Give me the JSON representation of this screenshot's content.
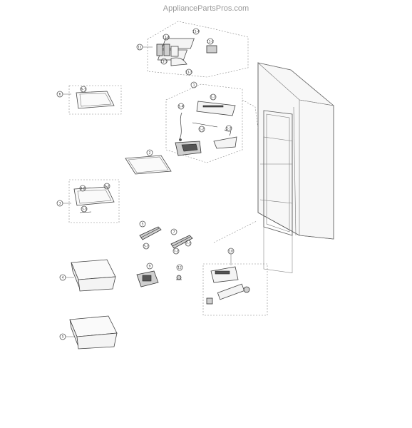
{
  "watermark": "AppliancePartsPros.com",
  "callouts": {
    "c11": "11",
    "c11_4": "11-4",
    "c11_2": "11-2",
    "c11_3": "11-3",
    "c11_5": "11-5",
    "c11_6": "11-6",
    "c6": "6",
    "c6_1": "6-1",
    "c1": "1",
    "c1_1": "1-1",
    "c1_2": "1-2",
    "c1_3": "1-3",
    "c1_4": "1-4",
    "c2": "2",
    "c3": "3",
    "c3_1": "3-1",
    "c3_2": "3-2",
    "c3_3": "3-3",
    "c5a": "5",
    "c5_1": "5-1",
    "c7": "7",
    "c7_1": "7-1",
    "c7_2": "7-2",
    "c4": "4",
    "c9": "9",
    "c12": "12",
    "c10": "10",
    "c5b": "5"
  },
  "colors": {
    "line": "#555555",
    "label": "#333333",
    "watermark": "#9a9a9a"
  }
}
